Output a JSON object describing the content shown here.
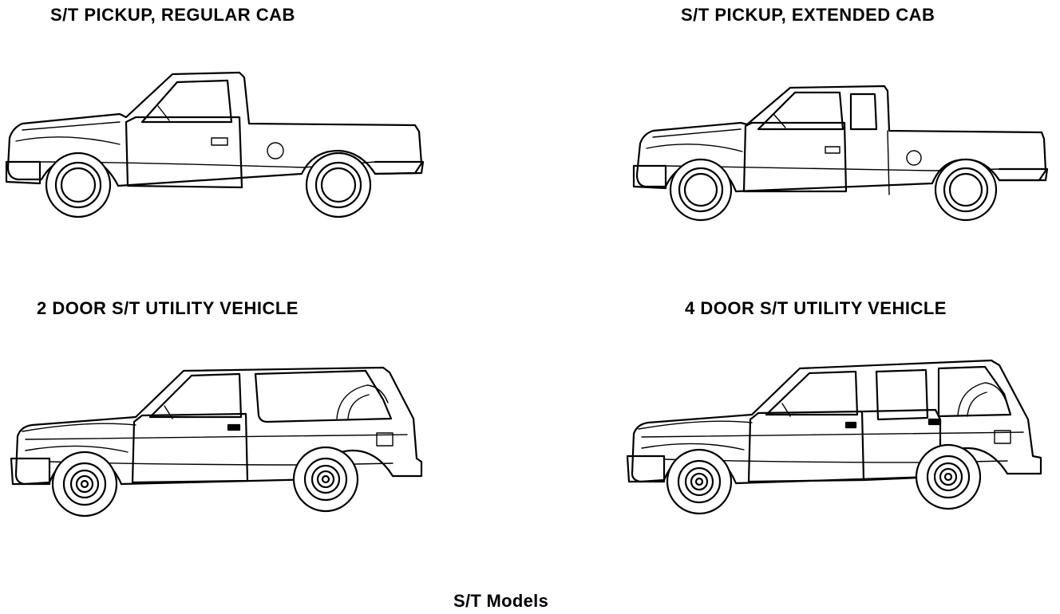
{
  "labels": {
    "regular_cab": "S/T PICKUP, REGULAR CAB",
    "extended_cab": "S/T PICKUP, EXTENDED CAB",
    "two_door": "2 DOOR S/T UTILITY VEHICLE",
    "four_door": "4 DOOR S/T UTILITY VEHICLE",
    "caption": "S/T Models"
  }
}
